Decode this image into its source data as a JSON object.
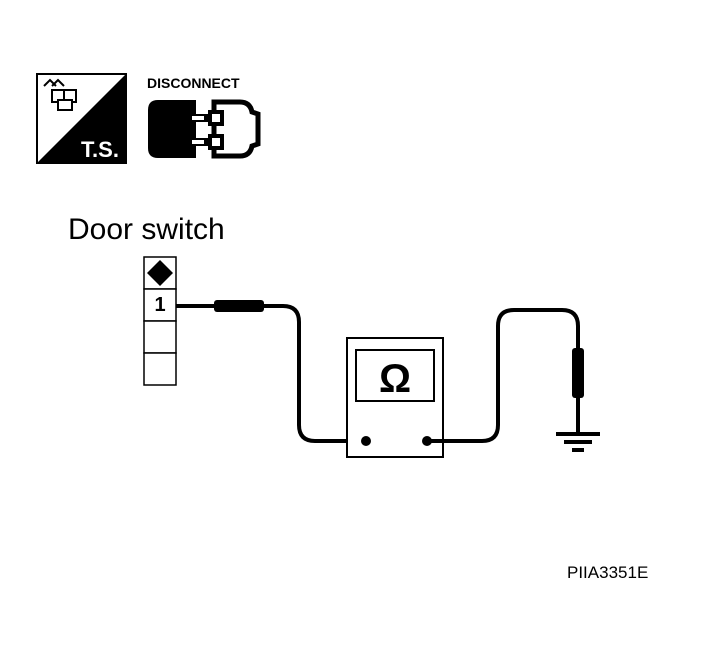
{
  "ts_badge": {
    "label": "T.S."
  },
  "disconnect_badge": {
    "label": "DISCONNECT"
  },
  "component": {
    "name": "Door switch",
    "terminal": "1"
  },
  "meter": {
    "symbol": "Ω"
  },
  "figure_id": "PIIA3351E"
}
